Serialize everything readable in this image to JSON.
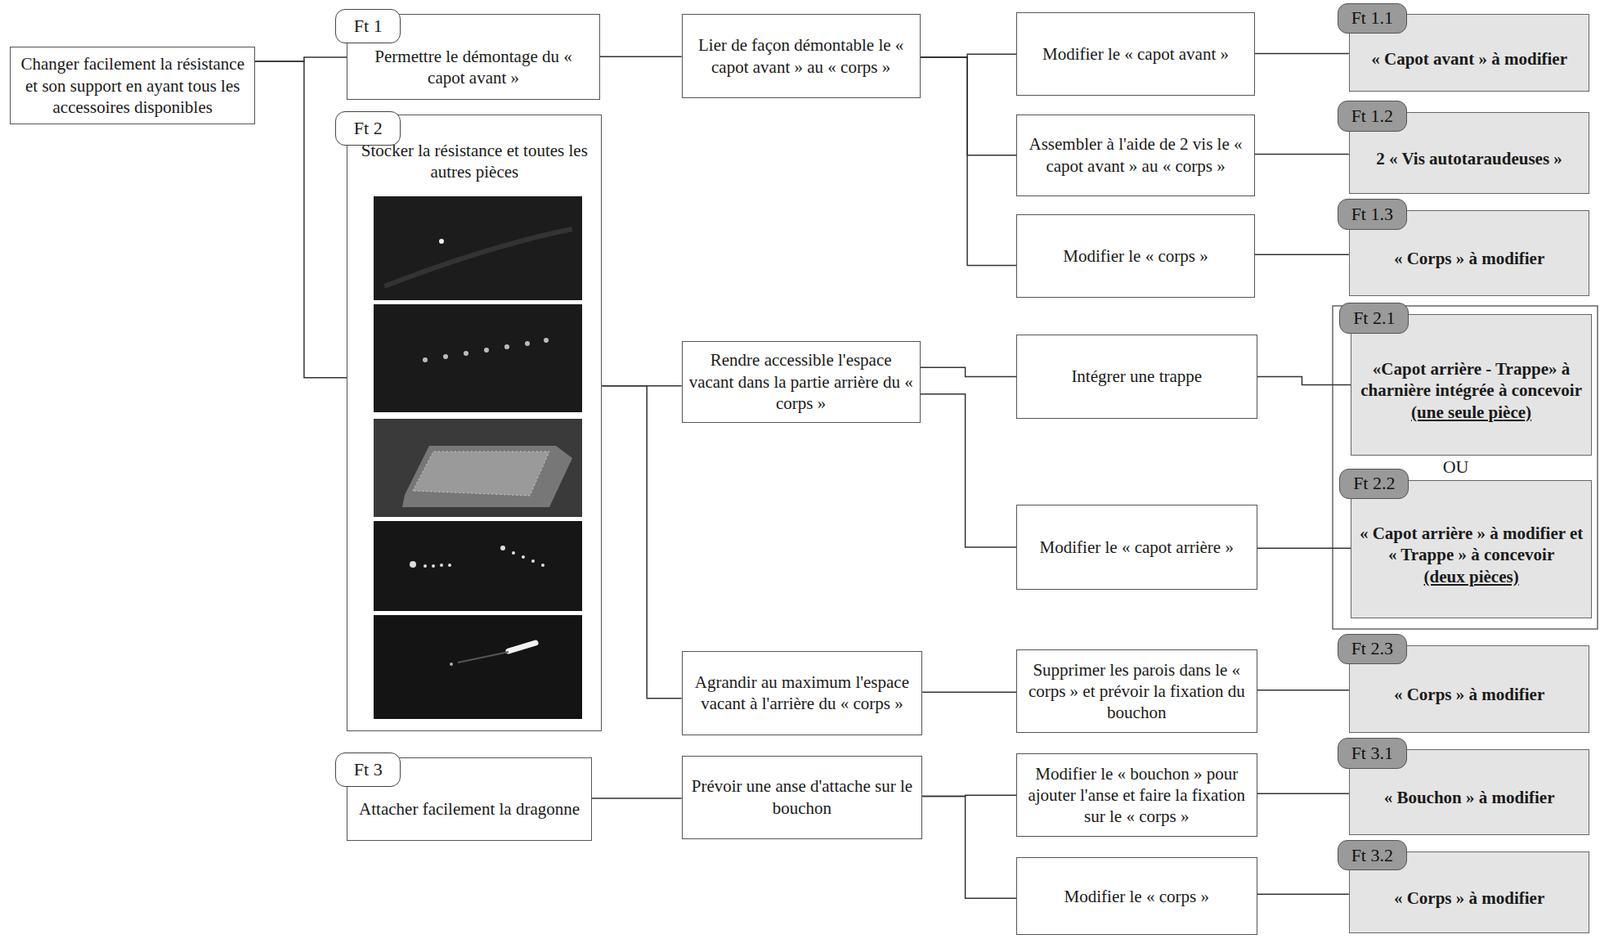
{
  "diagram": {
    "nodes": [
      {
        "text": [
          "Changer facilement la résistance et son support en ayant tous les accessoires disponibles"
        ]
      },
      {
        "text": [
          "Ft 1",
          "Permettre le démontage du « capot avant »"
        ]
      },
      {
        "text": [
          "Ft 2",
          "Stocker la résistance et toutes les autres pièces"
        ]
      },
      {
        "text": [
          "Ft 3",
          "Attacher facilement la dragonne"
        ]
      },
      {
        "text": [
          "Lier de façon démontable le « capot avant » au « corps »"
        ]
      },
      {
        "text": [
          "Rendre accessible l'espace vacant dans la partie arrière du « corps »"
        ]
      },
      {
        "text": [
          "Agrandir au maximum l'espace vacant à l'arrière du « corps »"
        ]
      },
      {
        "text": [
          "Prévoir une anse d'attache sur le bouchon"
        ]
      },
      {
        "text": [
          "Modifier le « capot avant »"
        ]
      },
      {
        "text": [
          "Assembler à l'aide de 2 vis le « capot avant » au « corps »"
        ]
      },
      {
        "text": [
          "Modifier le « corps »"
        ]
      },
      {
        "text": [
          "Intégrer une trappe"
        ]
      },
      {
        "text": [
          "Modifier le « capot arrière »"
        ]
      },
      {
        "text": [
          "Supprimer les parois dans le « corps » et prévoir la fixation du bouchon"
        ]
      },
      {
        "text": [
          "Modifier le « bouchon » pour ajouter l'anse et faire la fixation sur le « corps »"
        ]
      },
      {
        "text": [
          "Modifier le « corps »"
        ]
      },
      {
        "text": [
          "Ft 1.1",
          "« Capot avant » à modifier"
        ]
      },
      {
        "text": [
          "Ft 1.2",
          "2 « Vis autotaraudeuses »"
        ]
      },
      {
        "text": [
          "Ft 1.3",
          "« Corps » à modifier"
        ]
      },
      {
        "text": [
          "Ft 2.1",
          "«Capot arrière - Trappe» à charnière intégrée à concevoir",
          "(une seule pièce)"
        ]
      },
      {
        "text": [
          "Ft 2.2",
          "« Capot arrière » à modifier et « Trappe » à concevoir",
          "(deux pièces)"
        ]
      },
      {
        "text": [
          "Ft 2.3",
          "« Corps » à modifier"
        ]
      },
      {
        "text": [
          "Ft 3.1",
          "« Bouchon » à modifier"
        ]
      },
      {
        "text": [
          "Ft 3.2",
          "« Corps » à modifier"
        ]
      }
    ],
    "edges": [
      {
        "from": 0,
        "to": 1,
        "arrow": "none"
      },
      {
        "from": 0,
        "to": 2,
        "arrow": "none"
      },
      {
        "from": 1,
        "to": 4,
        "arrow": "none"
      },
      {
        "from": 2,
        "to": 5,
        "arrow": "none"
      },
      {
        "from": 2,
        "to": 6,
        "arrow": "none"
      },
      {
        "from": 3,
        "to": 7,
        "arrow": "none"
      },
      {
        "from": 4,
        "to": 8,
        "arrow": "none"
      },
      {
        "from": 4,
        "to": 9,
        "arrow": "none"
      },
      {
        "from": 4,
        "to": 10,
        "arrow": "none"
      },
      {
        "from": 5,
        "to": 11,
        "arrow": "none"
      },
      {
        "from": 5,
        "to": 12,
        "arrow": "none"
      },
      {
        "from": 6,
        "to": 13,
        "arrow": "none"
      },
      {
        "from": 7,
        "to": 14,
        "arrow": "none"
      },
      {
        "from": 7,
        "to": 15,
        "arrow": "none"
      },
      {
        "from": 8,
        "to": 16,
        "arrow": "none"
      },
      {
        "from": 9,
        "to": 17,
        "arrow": "none"
      },
      {
        "from": 10,
        "to": 18,
        "arrow": "none"
      },
      {
        "from": 11,
        "to": 19,
        "arrow": "none"
      },
      {
        "from": 12,
        "to": 20,
        "arrow": "none"
      },
      {
        "from": 13,
        "to": 21,
        "arrow": "none"
      },
      {
        "from": 14,
        "to": 22,
        "arrow": "none"
      },
      {
        "from": 15,
        "to": 23,
        "arrow": "none"
      }
    ],
    "labels": [
      "OU"
    ]
  }
}
